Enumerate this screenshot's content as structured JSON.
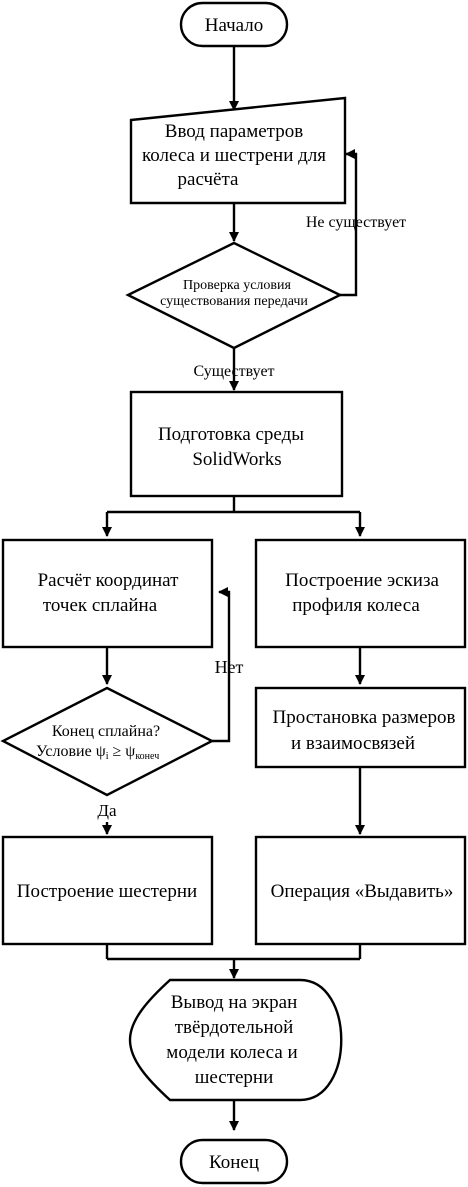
{
  "start": "Начало",
  "input": [
    "Ввод параметров",
    "колеса и шестрени для",
    "расчёта"
  ],
  "check": [
    "Проверка условия",
    "существования передачи"
  ],
  "not_exists": "Не существует",
  "exists": "Существует",
  "prepare": [
    "Подготовка среды",
    "SolidWorks"
  ],
  "spline_calc": [
    "Расчёт координат",
    "точек сплайна"
  ],
  "spline_end": {
    "line1": "Конец сплайна?",
    "line2_prefix": "Условие ψ",
    "sub_i": "i",
    "ge": " ≥ ψ",
    "sub_end": "конеч"
  },
  "no": "Нет",
  "yes": "Да",
  "pinion": "Построение шестерни",
  "sketch": [
    "Построение эскиза",
    "профиля колеса"
  ],
  "dims": [
    "Простановка размеров",
    "и взаимосвязей"
  ],
  "extrude": "Операция «Выдавить»",
  "output": [
    "Вывод на экран",
    "твёрдотельной",
    "модели колеса и",
    "шестерни"
  ],
  "end": "Конец"
}
